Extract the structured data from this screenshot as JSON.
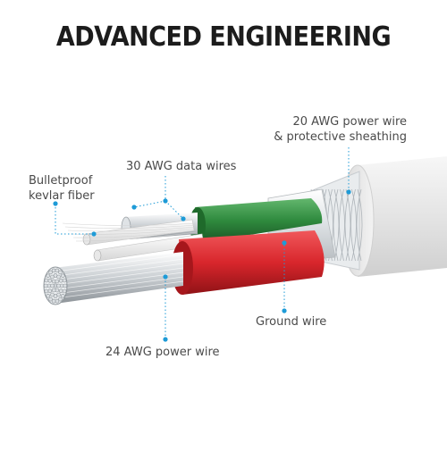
{
  "title": "ADVANCED ENGINEERING",
  "labels": {
    "power20_line1": "20 AWG power wire",
    "power20_line2": "& protective sheathing",
    "data30": "30 AWG data wires",
    "kevlar_line1": "Bulletproof",
    "kevlar_line2": "kevlar fiber",
    "ground": "Ground wire",
    "power24": "24 AWG power wire"
  },
  "colors": {
    "callout": "#1e9bd7",
    "red": "#d8262c",
    "green": "#2f8a3e",
    "jacket": "#eeeeee",
    "text": "#4a4a4a"
  }
}
